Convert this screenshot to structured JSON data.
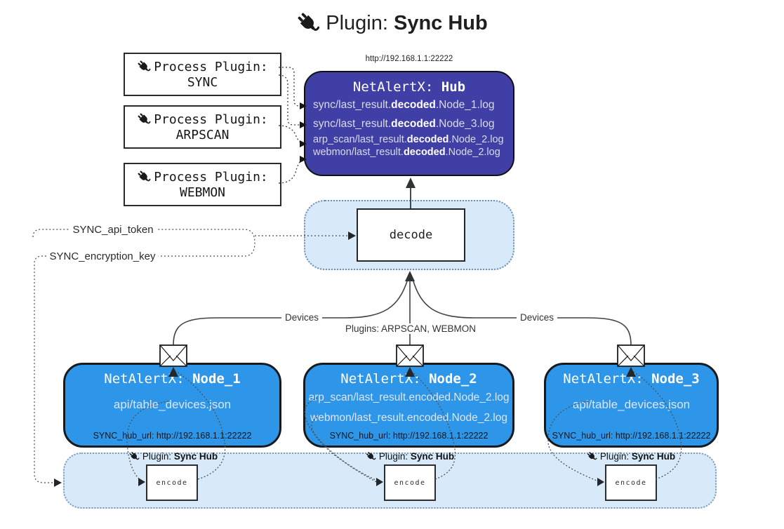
{
  "title": {
    "prefix": "Plugin: ",
    "name": "Sync Hub"
  },
  "hub": {
    "url": "http://192.168.1.1:22222",
    "title_prefix": "NetAlertX: ",
    "title_name": "Hub",
    "files": [
      {
        "pre": "sync/last_result.",
        "bold": "decoded",
        "post": ".Node_1.log"
      },
      {
        "pre": "sync/last_result.",
        "bold": "decoded",
        "post": ".Node_3.log"
      },
      {
        "pre": "arp_scan/last_result.",
        "bold": "decoded",
        "post": ".Node_2.log"
      },
      {
        "pre": "webmon/last_result.",
        "bold": "decoded",
        "post": ".Node_2.log"
      }
    ]
  },
  "process_plugins": [
    {
      "label": "Process Plugin:",
      "name": "SYNC"
    },
    {
      "label": "Process Plugin:",
      "name": "ARPSCAN"
    },
    {
      "label": "Process Plugin:",
      "name": "WEBMON"
    }
  ],
  "decode": {
    "label": "decode"
  },
  "config_labels": {
    "api_token": "SYNC_api_token",
    "encryption_key": "SYNC_encryption_key"
  },
  "edge_labels": {
    "devices_left": "Devices",
    "devices_right": "Devices",
    "plugins": "Plugins: ARPSCAN, WEBMON"
  },
  "nodes": [
    {
      "title_prefix": "NetAlertX: ",
      "title_name": "Node_1",
      "files": [
        "api/table_devices.json"
      ],
      "hub_url": "SYNC_hub_url: http://192.168.1.1:22222"
    },
    {
      "title_prefix": "NetAlertX: ",
      "title_name": "Node_2",
      "files": [
        "arp_scan/last_result.encoded.Node_2.log",
        "webmon/last_result.encoded.Node_2.log"
      ],
      "hub_url": "SYNC_hub_url: http://192.168.1.1:22222"
    },
    {
      "title_prefix": "NetAlertX: ",
      "title_name": "Node_3",
      "files": [
        "api/table_devices.json"
      ],
      "hub_url": "SYNC_hub_url: http://192.168.1.1:22222"
    }
  ],
  "encode_band": {
    "plugin_label_prefix": "Plugin: ",
    "plugin_label_name": "Sync Hub",
    "encode_label": "encode"
  },
  "colors": {
    "hub_box": "#403fa6",
    "node_box": "#2d96e9",
    "band_fill": "#d8e9fa",
    "connector": "#44484c"
  }
}
